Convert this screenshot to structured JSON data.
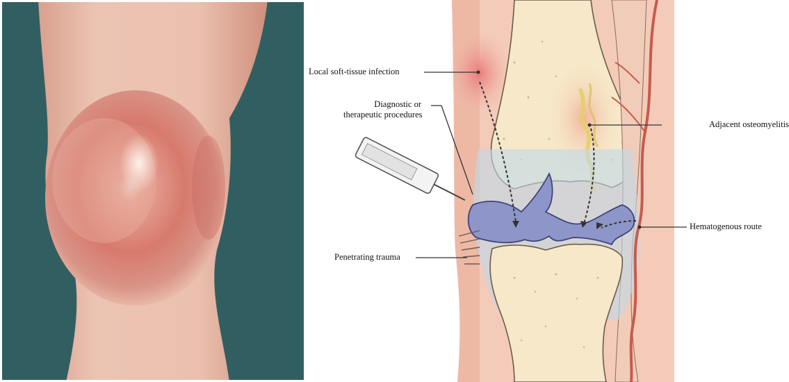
{
  "labels": {
    "local_infection": "Local soft-tissue infection",
    "procedures_line1": "Diagnostic or",
    "procedures_line2": "therapeutic procedures",
    "penetrating": "Penetrating trauma",
    "osteomyelitis": "Adjacent osteomyelitis",
    "hematogenous": "Hematogenous route"
  },
  "colors": {
    "photo_background": "#2f5a5c",
    "skin": "#e8b9a6",
    "inflamed": "#d9736a",
    "bone": "#f6e8c8",
    "cartilage": "#bfd8ea",
    "synovial_space": "#8e95c8",
    "vessel": "#c85a4e"
  }
}
